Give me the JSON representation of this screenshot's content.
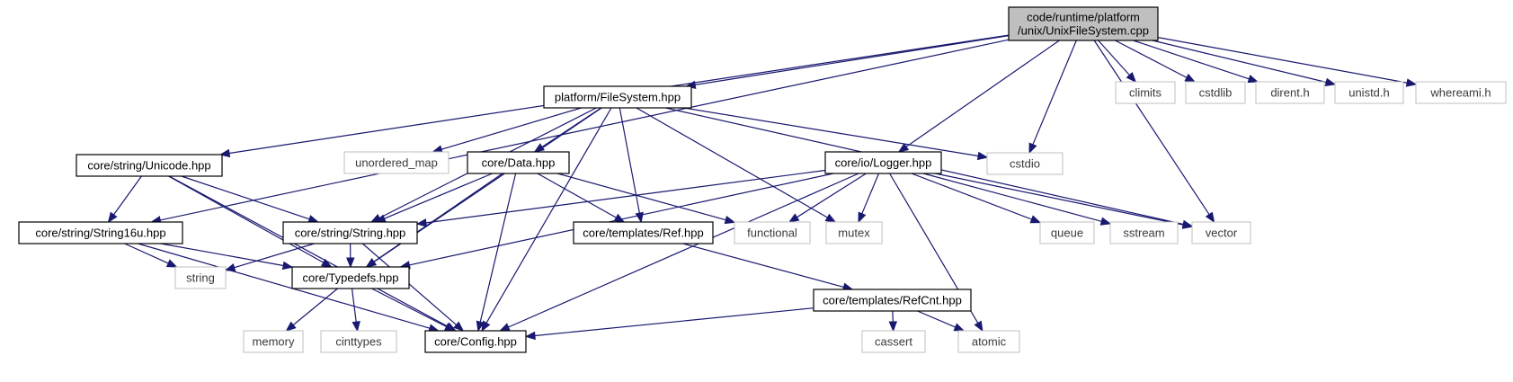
{
  "graph": {
    "nodes": {
      "unixfs": {
        "label": [
          "code/runtime/platform",
          "/unix/UnixFileSystem.cpp"
        ],
        "kind": "root"
      },
      "climits": {
        "label": [
          "climits"
        ],
        "kind": "system"
      },
      "cstdlib": {
        "label": [
          "cstdlib"
        ],
        "kind": "system"
      },
      "dirent": {
        "label": [
          "dirent.h"
        ],
        "kind": "system"
      },
      "unistd": {
        "label": [
          "unistd.h"
        ],
        "kind": "system"
      },
      "whereami": {
        "label": [
          "whereami.h"
        ],
        "kind": "system"
      },
      "filesystem": {
        "label": [
          "platform/FileSystem.hpp"
        ],
        "kind": "project"
      },
      "unicode": {
        "label": [
          "core/string/Unicode.hpp"
        ],
        "kind": "project"
      },
      "unordered_map": {
        "label": [
          "unordered_map"
        ],
        "kind": "system"
      },
      "data": {
        "label": [
          "core/Data.hpp"
        ],
        "kind": "project"
      },
      "logger": {
        "label": [
          "core/io/Logger.hpp"
        ],
        "kind": "project"
      },
      "cstdio": {
        "label": [
          "cstdio"
        ],
        "kind": "system"
      },
      "string16u": {
        "label": [
          "core/string/String16u.hpp"
        ],
        "kind": "project"
      },
      "stringhpp": {
        "label": [
          "core/string/String.hpp"
        ],
        "kind": "project"
      },
      "ref": {
        "label": [
          "core/templates/Ref.hpp"
        ],
        "kind": "project"
      },
      "functional": {
        "label": [
          "functional"
        ],
        "kind": "system"
      },
      "mutex": {
        "label": [
          "mutex"
        ],
        "kind": "system"
      },
      "queue": {
        "label": [
          "queue"
        ],
        "kind": "system"
      },
      "sstream": {
        "label": [
          "sstream"
        ],
        "kind": "system"
      },
      "vector": {
        "label": [
          "vector"
        ],
        "kind": "system"
      },
      "string": {
        "label": [
          "string"
        ],
        "kind": "system"
      },
      "typedefs": {
        "label": [
          "core/Typedefs.hpp"
        ],
        "kind": "project"
      },
      "refcnt": {
        "label": [
          "core/templates/RefCnt.hpp"
        ],
        "kind": "project"
      },
      "memory": {
        "label": [
          "memory"
        ],
        "kind": "system"
      },
      "cinttypes": {
        "label": [
          "cinttypes"
        ],
        "kind": "system"
      },
      "config": {
        "label": [
          "core/Config.hpp"
        ],
        "kind": "project"
      },
      "cassert": {
        "label": [
          "cassert"
        ],
        "kind": "system"
      },
      "atomic": {
        "label": [
          "atomic"
        ],
        "kind": "system"
      }
    },
    "edges": [
      [
        "unixfs",
        "filesystem"
      ],
      [
        "unixfs",
        "unicode"
      ],
      [
        "unixfs",
        "string16u"
      ],
      [
        "unixfs",
        "logger"
      ],
      [
        "unixfs",
        "cstdio"
      ],
      [
        "unixfs",
        "vector"
      ],
      [
        "unixfs",
        "climits"
      ],
      [
        "unixfs",
        "cstdlib"
      ],
      [
        "unixfs",
        "dirent"
      ],
      [
        "unixfs",
        "unistd"
      ],
      [
        "unixfs",
        "whereami"
      ],
      [
        "filesystem",
        "unordered_map"
      ],
      [
        "filesystem",
        "data"
      ],
      [
        "filesystem",
        "stringhpp"
      ],
      [
        "filesystem",
        "typedefs"
      ],
      [
        "filesystem",
        "ref"
      ],
      [
        "filesystem",
        "config"
      ],
      [
        "filesystem",
        "mutex"
      ],
      [
        "filesystem",
        "cstdio"
      ],
      [
        "filesystem",
        "vector"
      ],
      [
        "unicode",
        "string16u"
      ],
      [
        "unicode",
        "stringhpp"
      ],
      [
        "unicode",
        "typedefs"
      ],
      [
        "unicode",
        "config"
      ],
      [
        "data",
        "stringhpp"
      ],
      [
        "data",
        "typedefs"
      ],
      [
        "data",
        "config"
      ],
      [
        "data",
        "ref"
      ],
      [
        "data",
        "functional"
      ],
      [
        "logger",
        "stringhpp"
      ],
      [
        "logger",
        "typedefs"
      ],
      [
        "logger",
        "config"
      ],
      [
        "logger",
        "functional"
      ],
      [
        "logger",
        "mutex"
      ],
      [
        "logger",
        "queue"
      ],
      [
        "logger",
        "sstream"
      ],
      [
        "logger",
        "vector"
      ],
      [
        "logger",
        "atomic"
      ],
      [
        "string16u",
        "string"
      ],
      [
        "string16u",
        "typedefs"
      ],
      [
        "string16u",
        "config"
      ],
      [
        "stringhpp",
        "string"
      ],
      [
        "stringhpp",
        "typedefs"
      ],
      [
        "stringhpp",
        "config"
      ],
      [
        "ref",
        "refcnt"
      ],
      [
        "typedefs",
        "memory"
      ],
      [
        "typedefs",
        "cinttypes"
      ],
      [
        "typedefs",
        "config"
      ],
      [
        "refcnt",
        "config"
      ],
      [
        "refcnt",
        "cassert"
      ],
      [
        "refcnt",
        "atomic"
      ]
    ]
  }
}
